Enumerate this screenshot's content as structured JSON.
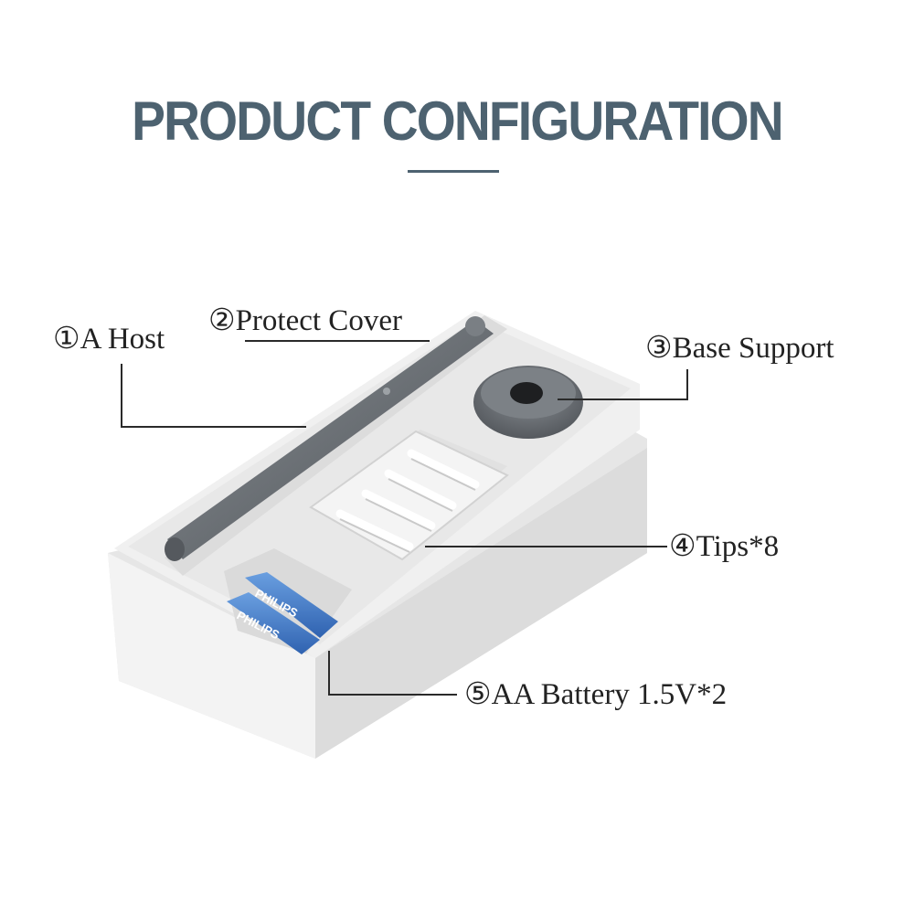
{
  "title": "PRODUCT CONFIGURATION",
  "labels": {
    "host": "①A Host",
    "cover": "②Protect Cover",
    "base": "③Base Support",
    "tips": "④Tips*8",
    "battery": "⑤AA Battery 1.5V*2"
  },
  "battery_brand": "PHILIPS",
  "colors": {
    "title": "#4d6270",
    "host": "#6b7075",
    "box": "#ececec"
  }
}
